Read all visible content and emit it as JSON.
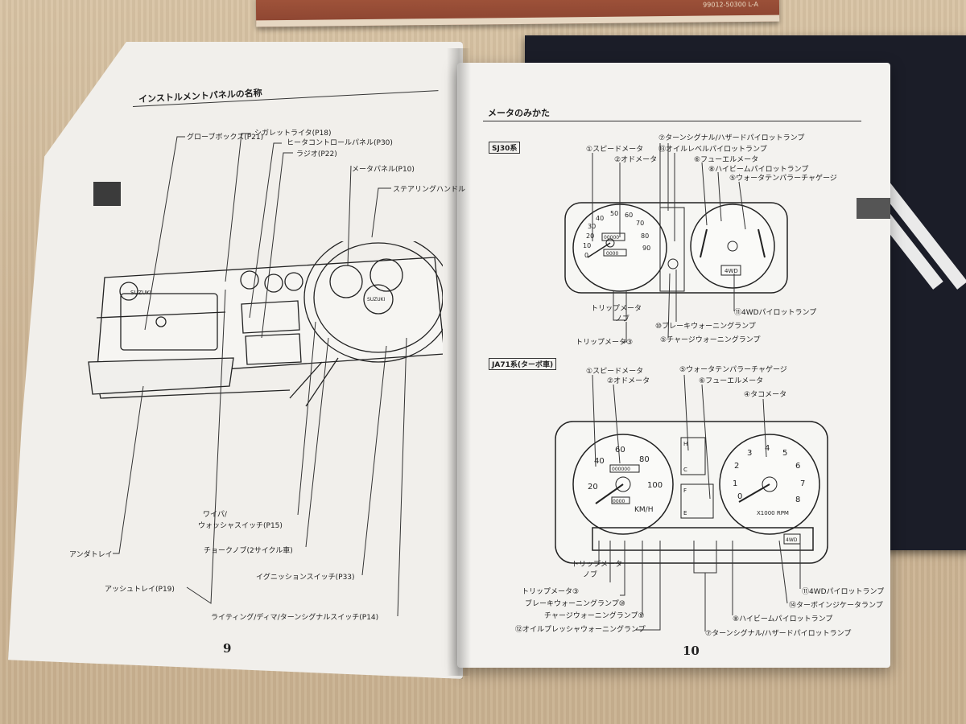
{
  "manual": {
    "old_book_code": "99012-50300 L-A",
    "left_page": {
      "title": "インストルメントパネルの名称",
      "page_number": "9",
      "labels": {
        "glove_box": "グローブボックス(P21)",
        "cigarette_lighter": "シガレットライタ(P18)",
        "heater_panel": "ヒータコントロールパネル(P30)",
        "radio": "ラジオ(P22)",
        "meter_panel": "メータパネル(P10)",
        "steering": "ステアリングハンドル",
        "wiper_switch_1": "ワイパ/",
        "wiper_switch_2": "ウォッシャスイッチ(P15)",
        "choke": "チョークノブ(2サイクル車)",
        "under_tray": "アンダトレイ",
        "ignition": "イグニッションスイッチ(P33)",
        "ashtray": "アッシュトレイ(P19)",
        "lighting_switch": "ライティング/ディマ/ターンシグナルスイッチ(P14)"
      },
      "brand": "SUZUKI"
    },
    "right_page": {
      "title": "メータのみかた",
      "page_number": "10",
      "sj30": {
        "heading": "SJ30系",
        "speedometer": "①スピードメータ",
        "odometer": "②オドメータ",
        "turn_signal": "⑦ターンシグナル/ハザードパイロットランプ",
        "oil_level": "⑬オイルレベルパイロットランプ",
        "fuel": "⑥フューエルメータ",
        "high_beam": "⑧ハイビームパイロットランプ",
        "water_temp": "⑤ウォータテンパラーチャゲージ",
        "trip_knob_1": "トリップメータ",
        "trip_knob_2": "ノブ",
        "trip_meter": "トリップメータ③",
        "4wd": "⑪4WDパイロットランプ",
        "brake": "⑩ブレーキウォーニングランプ",
        "charge": "⑤チャージウォーニングランプ",
        "ticks": [
          "20",
          "30",
          "40",
          "50",
          "60",
          "70",
          "80",
          "90",
          "10",
          "0"
        ],
        "odo_value": "00000",
        "trip_value": "0000",
        "4wd_badge": "4WD"
      },
      "ja71": {
        "heading": "JA71系(ターボ車)",
        "speedometer": "①スピードメータ",
        "odometer": "②オドメータ",
        "water_temp": "⑤ウォータテンパラーチャゲージ",
        "fuel": "⑥フューエルメータ",
        "tachometer": "④タコメータ",
        "trip_knob_1": "トリップメータ",
        "trip_knob_2": "ノブ",
        "trip_meter": "トリップメータ③",
        "brake": "ブレーキウォーニングランプ⑩",
        "charge": "チャージウォーニングランプ⑨",
        "oil_pressure": "⑫オイルプレッシャウォーニングランプ",
        "4wd": "⑪4WDパイロットランプ",
        "turbo": "⑭ターボインジケータランプ",
        "high_beam": "⑧ハイビームパイロットランプ",
        "turn_signal": "⑦ターンシグナル/ハザードパイロットランプ",
        "speed_ticks": [
          "20",
          "40",
          "60",
          "80",
          "100"
        ],
        "speed_unit": "KM/H",
        "rpm_ticks": [
          "0",
          "1",
          "2",
          "3",
          "4",
          "5",
          "6",
          "7",
          "8"
        ],
        "rpm_unit": "X1000 RPM",
        "odo_value": "000000",
        "trip_value": "0000",
        "4wd_badge": "4WD",
        "temp_gauge": {
          "top": "H",
          "bottom": "C"
        },
        "fuel_gauge": {
          "top": "F",
          "bottom": "E"
        }
      }
    }
  }
}
